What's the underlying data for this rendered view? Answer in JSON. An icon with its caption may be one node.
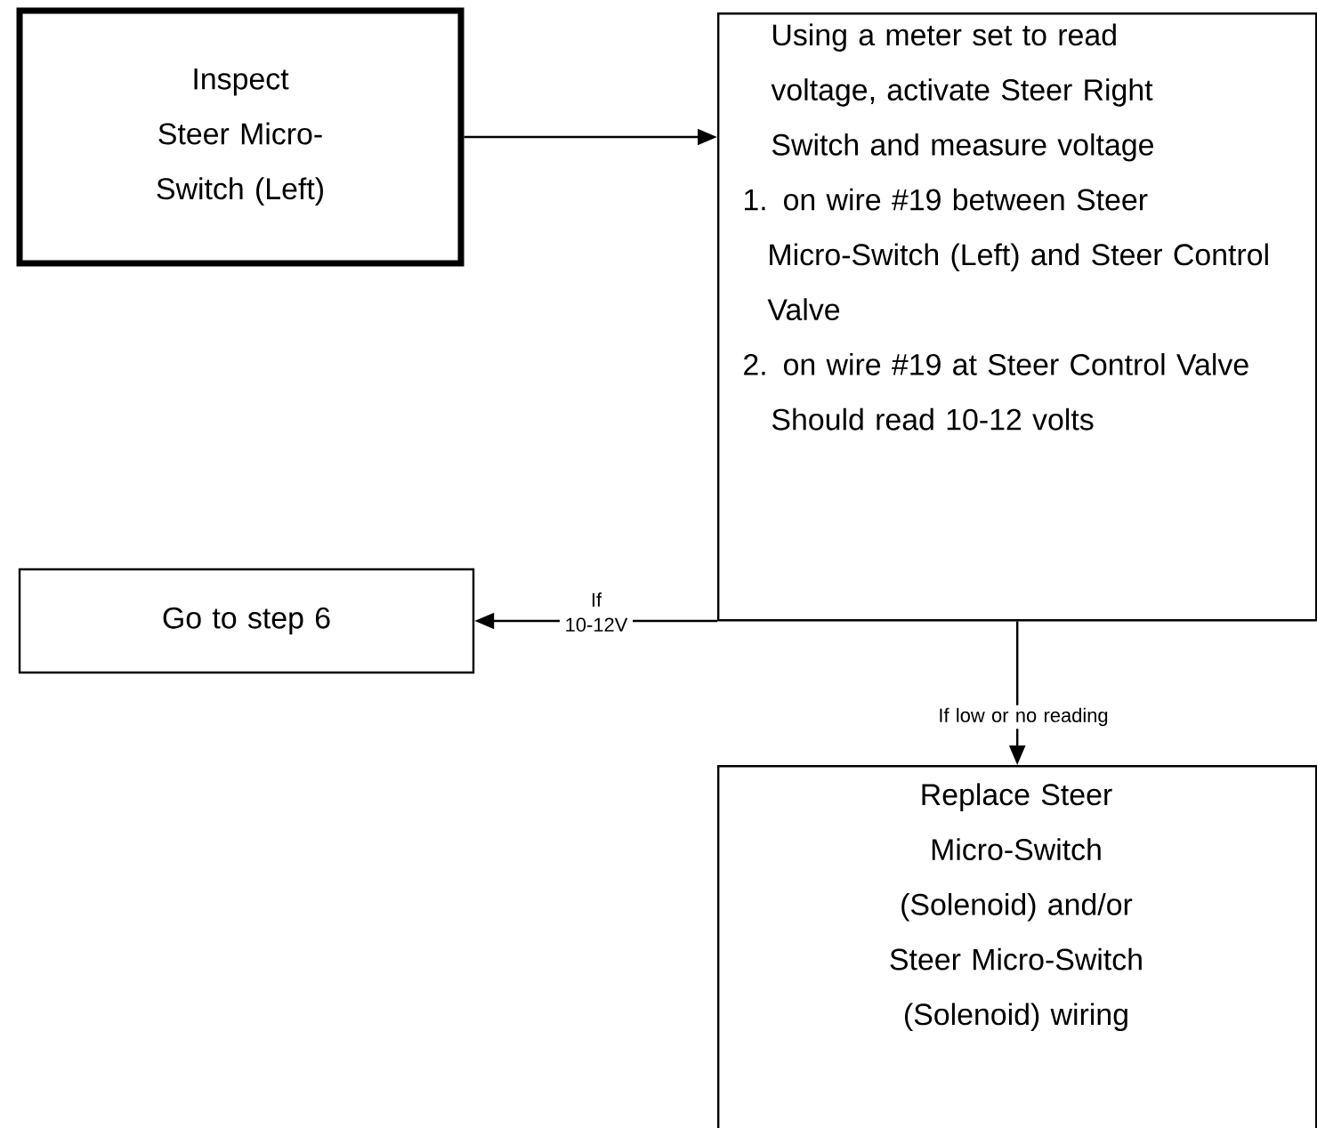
{
  "diagram": {
    "nodes": [
      {
        "text": [
          "Inspect Steer Micro-Switch (Left)"
        ]
      },
      {
        "text": [
          "Using a meter set to read voltage, activate Steer Right Switch and measure voltage",
          "1. on wire #19 between Steer Micro-Switch (Left) and Steer Control Valve",
          "2. on wire #19 at Steer Control Valve",
          "Should read 10-12 volts"
        ]
      },
      {
        "text": [
          "Go to step 6"
        ]
      },
      {
        "text": [
          "Replace Steer Micro-Switch (Solenoid) and/or Steer Micro-Switch (Solenoid) wiring"
        ]
      }
    ],
    "edges": [
      {
        "from": 0,
        "to": 1,
        "arrow": "to"
      },
      {
        "from": 1,
        "to": 2,
        "arrow": "to",
        "label": "If 10-12V"
      },
      {
        "from": 1,
        "to": 3,
        "arrow": "to",
        "label": "If low or no reading"
      }
    ]
  }
}
